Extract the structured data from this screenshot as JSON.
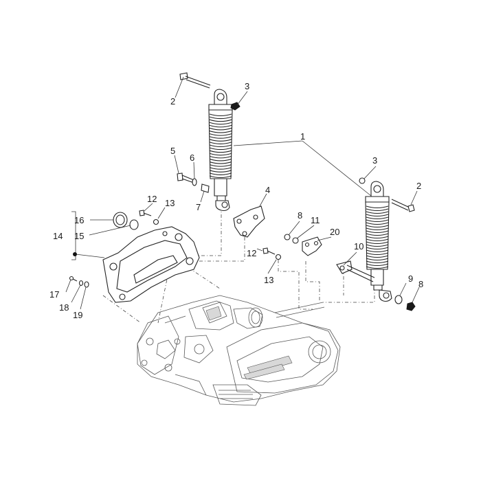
{
  "labels": {
    "l1": "1",
    "l2a": "2",
    "l2b": "2",
    "l3a": "3",
    "l3b": "3",
    "l4": "4",
    "l5": "5",
    "l6": "6",
    "l7": "7",
    "l8a": "8",
    "l8b": "8",
    "l9": "9",
    "l10": "10",
    "l11": "11",
    "l12a": "12",
    "l12b": "12",
    "l13a": "13",
    "l13b": "13",
    "l14": "14",
    "l15": "15",
    "l16": "16",
    "l17": "17",
    "l18": "18",
    "l19": "19",
    "l20": "20"
  }
}
